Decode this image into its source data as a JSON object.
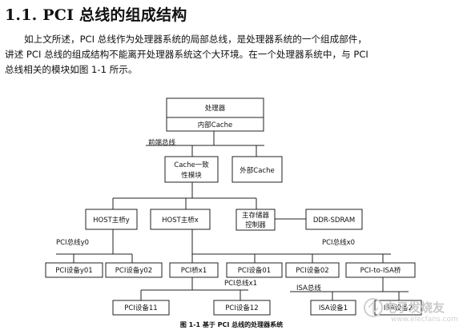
{
  "heading": "1.1. PCI 总线的组成结构",
  "paragraph": {
    "line1": "如上文所述，PCI 总线作为处理器系统的局部总线，是处理器系统的一个组成部件，",
    "line2": "讲述 PCI 总线的组成结构不能离开处理器系统这个大环境。在一个处理器系统中，与 PCI",
    "line3": "总线相关的模块如图 1-1 所示。"
  },
  "figure": {
    "processor": "处理器",
    "internal_cache": "内部Cache",
    "front_bus": "前端总线",
    "cache_coherency_1": "Cache一致",
    "cache_coherency_2": "性模块",
    "external_cache": "外部Cache",
    "host_bridge_y": "HOST主桥y",
    "host_bridge_x": "HOST主桥x",
    "mem_ctrl_1": "主存储器",
    "mem_ctrl_2": "控制器",
    "ddr_sdram": "DDR-SDRAM",
    "pci_bus_y0": "PCI总线y0",
    "pci_bus_x0": "PCI总线x0",
    "pci_dev_y01": "PCI设备y01",
    "pci_dev_y02": "PCI设备y02",
    "pci_bridge_x1": "PCI桥x1",
    "pci_dev_01": "PCI设备01",
    "pci_dev_02": "PCI设备02",
    "pci_to_isa": "PCI-to-ISA桥",
    "pci_bus_x1": "PCI总线x1",
    "isa_bus": "ISA总线",
    "pci_dev_11": "PCI设备11",
    "pci_dev_12": "PCI设备12",
    "isa_dev_1": "ISA设备1",
    "isa_dev_2": "ISA设备2",
    "caption": "图 1-1 基于 PCI 总线的处理器系统"
  },
  "watermark": {
    "brand": "电子发烧友",
    "url": "www.elecfans.com"
  }
}
